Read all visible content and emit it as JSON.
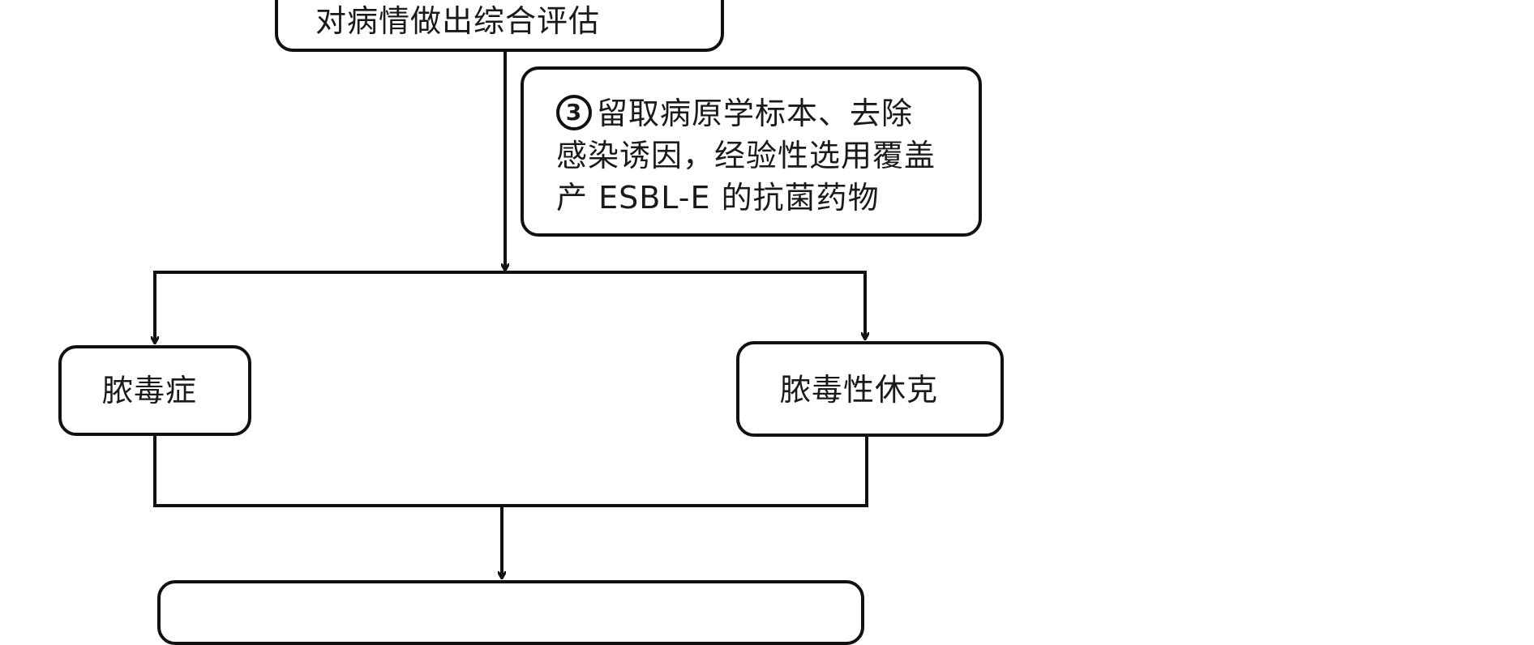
{
  "boxes": {
    "assess": {
      "text": "对病情做出综合评估"
    },
    "step3": {
      "marker": "3",
      "line1": "留取病原学标本、去除",
      "line2": "感染诱因，经验性选用覆盖",
      "line3": "产 ESBL-E 的抗菌药物"
    },
    "sepsis": {
      "text": "脓毒症"
    },
    "shock": {
      "text": "脓毒性休克"
    },
    "next": {
      "text": ""
    }
  }
}
